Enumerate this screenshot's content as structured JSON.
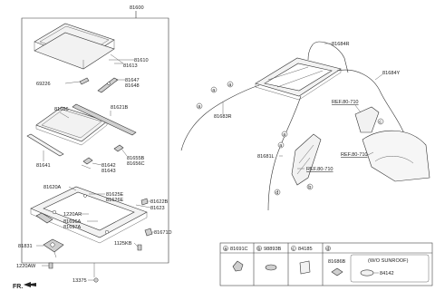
{
  "parts": {
    "p81600": "81600",
    "p81613": "81613",
    "p81610": "81610",
    "p69226": "69226",
    "p81647": "81647",
    "p81648": "81648",
    "p81666": "81666",
    "p81621B": "81621B",
    "p81641": "81641",
    "p81655B": "81655B",
    "p81656C": "81656C",
    "p81642": "81642",
    "p81643": "81643",
    "p81620A": "81620A",
    "p81625E": "81625E",
    "p81626E": "81626E",
    "p81622B": "81622B",
    "p81623": "81623",
    "p1220AR": "1220AR",
    "p81696A": "81696A",
    "p81697A": "81697A",
    "p81671D": "81671D",
    "p81831": "81831",
    "p1125KB": "1125KB",
    "p1220AW": "1220AW",
    "p13375": "13375",
    "p81684R": "81684R",
    "p81684Y": "81684Y",
    "p81683R": "81683R",
    "p81681L": "81681L",
    "ref1": "REF.80-710",
    "ref2": "REF.80-710",
    "ref3": "REF.80-710",
    "fr": "FR."
  },
  "callouts": {
    "a": "a",
    "b": "b",
    "c": "c",
    "d": "d"
  },
  "legend": {
    "a_letter": "a",
    "a_part": "81691C",
    "b_letter": "b",
    "b_part": "98893B",
    "c_letter": "c",
    "c_part": "84185",
    "d_letter": "d",
    "d_part1": "81686B",
    "d_note": "(W/O SUNROOF)",
    "d_part2": "84142"
  }
}
